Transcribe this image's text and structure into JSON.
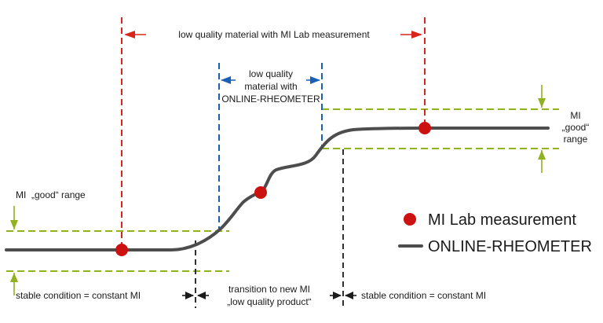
{
  "labels": {
    "top_red": "low quality material with MI Lab measurement",
    "mid_blue": [
      "low quality",
      "material with",
      "ONLINE-RHEOMETER"
    ],
    "right_good": [
      "MI",
      "„good“",
      "range"
    ],
    "left_good": "MI  „good“ range",
    "stable_left": "stable condition = constant MI",
    "transition": [
      "transition to new MI",
      "„low quality product“"
    ],
    "stable_right": "stable condition = constant MI"
  },
  "legend": {
    "lab": "MI Lab measurement",
    "online": "ONLINE-RHEOMETER"
  },
  "colors": {
    "curve": "#4d4d4d",
    "lab_point": "#cc1111",
    "lab_line": "#d9251c",
    "online_line": "#1a5fb4",
    "good_range": "#8fb21e",
    "dim": "#1a1a1a"
  }
}
